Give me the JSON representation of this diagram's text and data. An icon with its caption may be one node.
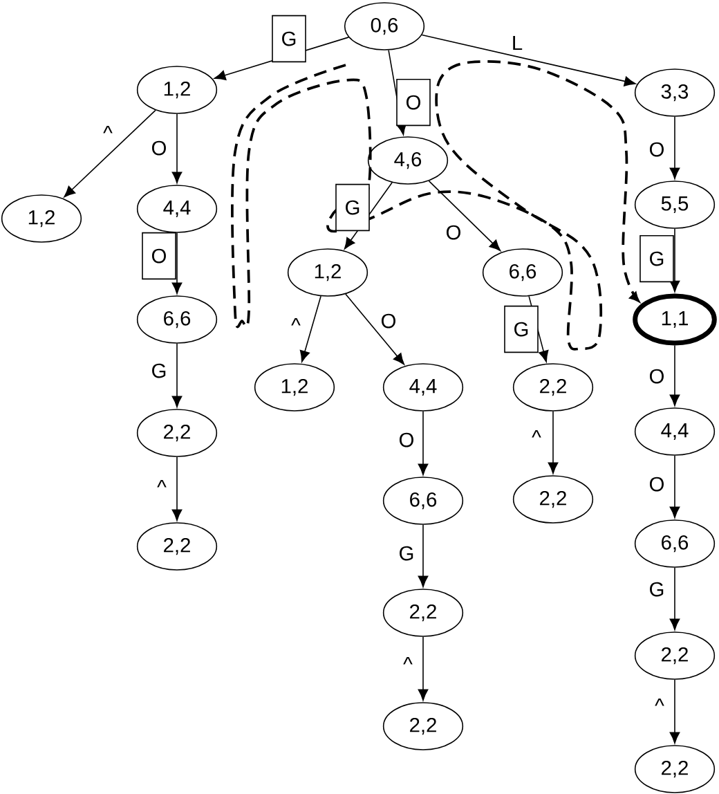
{
  "diagram": {
    "nodes": [
      {
        "text": [
          "0,6"
        ]
      },
      {
        "text": [
          "1,2"
        ]
      },
      {
        "text": [
          "1,2"
        ]
      },
      {
        "text": [
          "4,4"
        ]
      },
      {
        "text": [
          "6,6"
        ]
      },
      {
        "text": [
          "2,2"
        ]
      },
      {
        "text": [
          "2,2"
        ]
      },
      {
        "text": [
          "4,6"
        ]
      },
      {
        "text": [
          "1,2"
        ]
      },
      {
        "text": [
          "1,2"
        ]
      },
      {
        "text": [
          "4,4"
        ]
      },
      {
        "text": [
          "6,6"
        ]
      },
      {
        "text": [
          "2,2"
        ]
      },
      {
        "text": [
          "2,2"
        ]
      },
      {
        "text": [
          "6,6"
        ]
      },
      {
        "text": [
          "2,2"
        ]
      },
      {
        "text": [
          "2,2"
        ]
      },
      {
        "text": [
          "3,3"
        ]
      },
      {
        "text": [
          "5,5"
        ]
      },
      {
        "text": [
          "1,1"
        ]
      },
      {
        "text": [
          "4,4"
        ]
      },
      {
        "text": [
          "6,6"
        ]
      },
      {
        "text": [
          "2,2"
        ]
      },
      {
        "text": [
          "2,2"
        ]
      }
    ],
    "edges": [
      {
        "from": 0,
        "to": 1,
        "arrow": "to",
        "label": "G"
      },
      {
        "from": 0,
        "to": 7,
        "arrow": "to",
        "label": "O"
      },
      {
        "from": 0,
        "to": 17,
        "arrow": "to",
        "label": "L"
      },
      {
        "from": 1,
        "to": 2,
        "arrow": "to",
        "label": "^"
      },
      {
        "from": 1,
        "to": 3,
        "arrow": "to",
        "label": "O"
      },
      {
        "from": 3,
        "to": 4,
        "arrow": "to",
        "label": "O"
      },
      {
        "from": 4,
        "to": 5,
        "arrow": "to",
        "label": "G"
      },
      {
        "from": 5,
        "to": 6,
        "arrow": "to",
        "label": "^"
      },
      {
        "from": 7,
        "to": 8,
        "arrow": "to",
        "label": "G"
      },
      {
        "from": 7,
        "to": 14,
        "arrow": "to",
        "label": "O"
      },
      {
        "from": 8,
        "to": 9,
        "arrow": "to",
        "label": "^"
      },
      {
        "from": 8,
        "to": 10,
        "arrow": "to",
        "label": "O"
      },
      {
        "from": 10,
        "to": 11,
        "arrow": "to",
        "label": "O"
      },
      {
        "from": 11,
        "to": 12,
        "arrow": "to",
        "label": "G"
      },
      {
        "from": 12,
        "to": 13,
        "arrow": "to",
        "label": "^"
      },
      {
        "from": 14,
        "to": 15,
        "arrow": "to",
        "label": "G"
      },
      {
        "from": 15,
        "to": 16,
        "arrow": "to",
        "label": "^"
      },
      {
        "from": 17,
        "to": 18,
        "arrow": "to",
        "label": "O"
      },
      {
        "from": 18,
        "to": 19,
        "arrow": "to",
        "label": "G"
      },
      {
        "from": 19,
        "to": 20,
        "arrow": "to",
        "label": "O"
      },
      {
        "from": 20,
        "to": 21,
        "arrow": "to",
        "label": "O"
      },
      {
        "from": 21,
        "to": 22,
        "arrow": "to",
        "label": "G"
      },
      {
        "from": 22,
        "to": 23,
        "arrow": "to",
        "label": "^"
      },
      {
        "from": null,
        "to": 19,
        "arrow": "to",
        "style": "dashed"
      }
    ]
  }
}
